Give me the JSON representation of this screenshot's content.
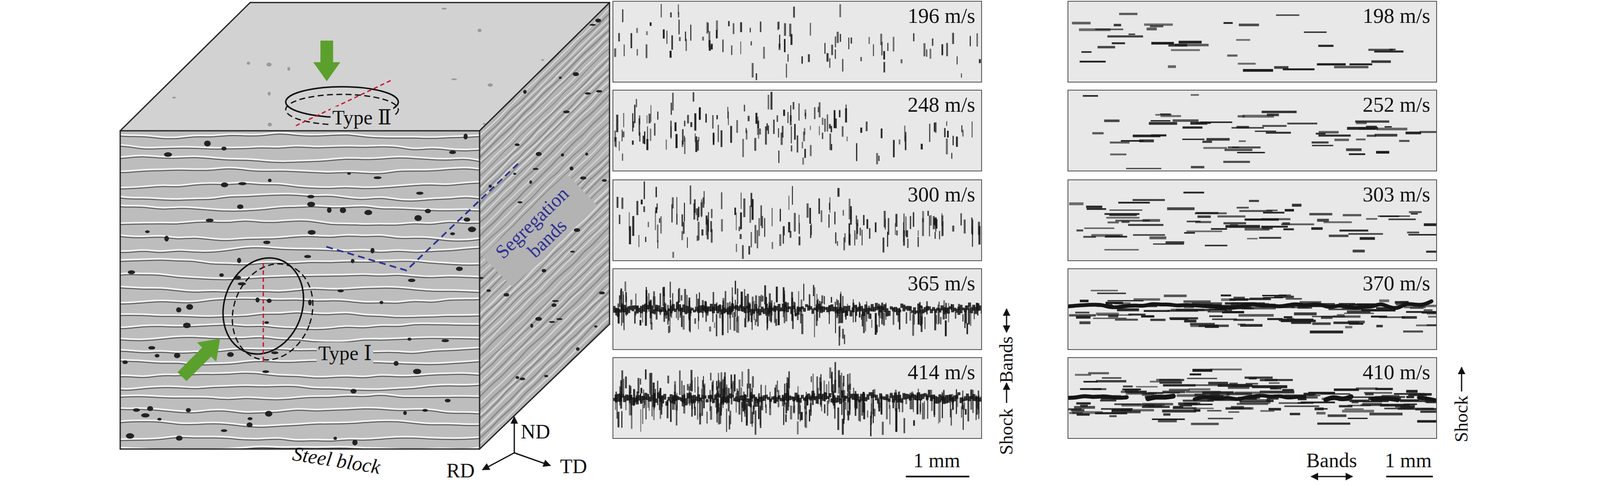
{
  "diagram": {
    "nodes": [
      {
        "text": [
          "196 m/s"
        ]
      },
      {
        "text": [
          "248 m/s"
        ]
      },
      {
        "text": [
          "300 m/s"
        ]
      },
      {
        "text": [
          "365 m/s"
        ]
      },
      {
        "text": [
          "414 m/s"
        ]
      },
      {
        "text": [
          "198 m/s"
        ]
      },
      {
        "text": [
          "252 m/s"
        ]
      },
      {
        "text": [
          "303 m/s"
        ]
      },
      {
        "text": [
          "370 m/s"
        ]
      },
      {
        "text": [
          "410 m/s"
        ]
      }
    ],
    "labels": [
      "Type Ⅱ",
      "Type Ⅰ",
      "Segregation bands",
      "ND",
      "TD",
      "RD",
      "Steel block",
      "Bands",
      "Shock",
      "1 mm",
      "Bands",
      "1 mm",
      "Shock"
    ]
  }
}
